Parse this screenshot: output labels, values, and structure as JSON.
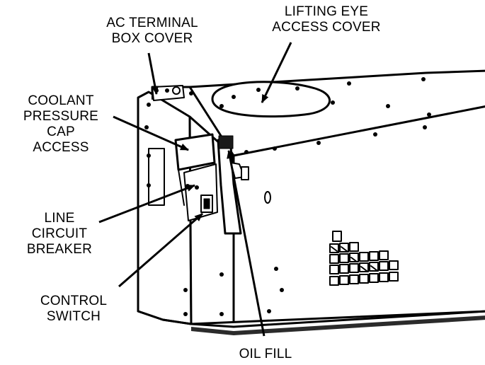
{
  "colors": {
    "ink": "#000000",
    "paper": "#ffffff",
    "shadow": "#2b2b2b"
  },
  "labels": {
    "ac_terminal_box_cover": {
      "lines": [
        "AC TERMINAL",
        "BOX COVER"
      ]
    },
    "lifting_eye_access_cover": {
      "lines": [
        "LIFTING EYE",
        "ACCESS COVER"
      ]
    },
    "coolant_pressure_cap_access": {
      "lines": [
        "COOLANT",
        "PRESSURE",
        "CAP",
        "ACCESS"
      ]
    },
    "line_circuit_breaker": {
      "lines": [
        "LINE",
        "CIRCUIT",
        "BREAKER"
      ]
    },
    "control_switch": {
      "lines": [
        "CONTROL",
        "SWITCH"
      ]
    },
    "oil_fill": {
      "lines": [
        "OIL FILL"
      ]
    }
  }
}
